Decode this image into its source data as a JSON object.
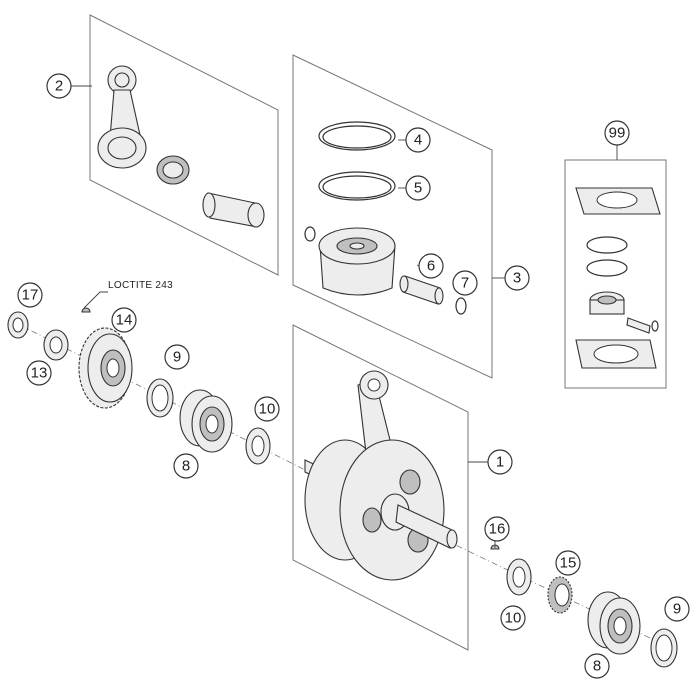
{
  "callouts": {
    "c1": "1",
    "c2": "2",
    "c3": "3",
    "c4": "4",
    "c5": "5",
    "c6": "6",
    "c7": "7",
    "c8a": "8",
    "c8b": "8",
    "c9a": "9",
    "c9b": "9",
    "c10a": "10",
    "c10b": "10",
    "c13": "13",
    "c14": "14",
    "c15": "15",
    "c16": "16",
    "c17": "17",
    "c99": "99"
  },
  "notes": {
    "loctite": "LOCTITE 243"
  }
}
